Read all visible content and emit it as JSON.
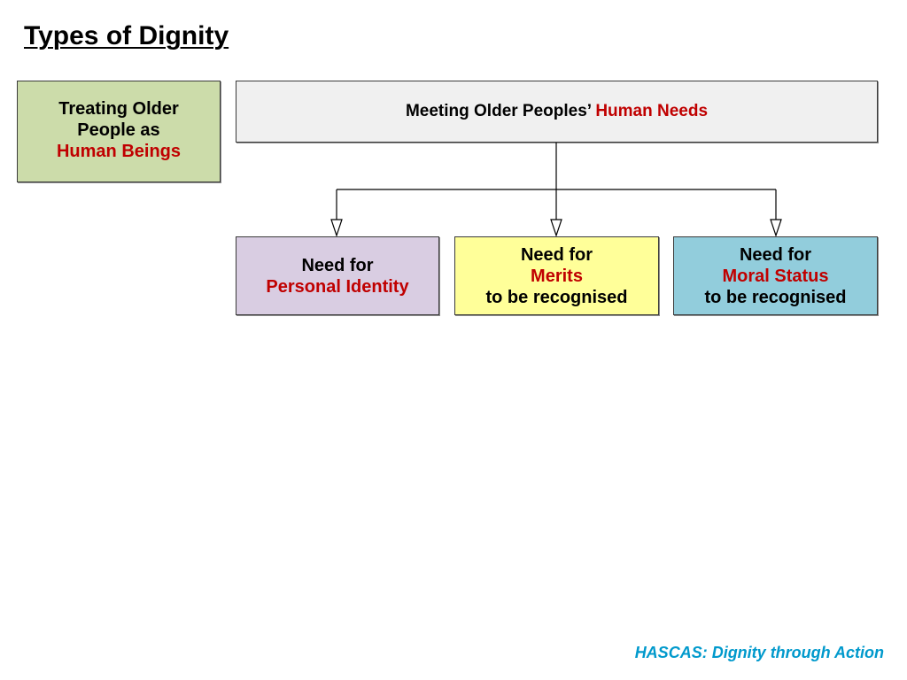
{
  "title": "Types of Dignity",
  "boxes": {
    "human_beings": {
      "line1": "Treating Older",
      "line2": "People as",
      "line3": "Human Beings"
    },
    "human_needs": {
      "text": "Meeting Older Peoples’ ",
      "highlight": "Human Needs"
    },
    "personal_identity": {
      "line1": "Need for",
      "line2": "Personal Identity"
    },
    "merits": {
      "line1": "Need for",
      "line2": "Merits",
      "line3": "to be recognised"
    },
    "moral_status": {
      "line1": "Need for",
      "line2": "Moral Status",
      "line3": "to be recognised"
    }
  },
  "footer": "HASCAS: Dignity through Action",
  "colors": {
    "highlight_text": "#c00000",
    "footer_text": "#0099cc",
    "human_beings_fill": "#ccdcaa",
    "human_needs_fill": "#f0f0f0",
    "personal_identity_fill": "#d9cde2",
    "merits_fill": "#ffff99",
    "moral_status_fill": "#92cddc"
  }
}
